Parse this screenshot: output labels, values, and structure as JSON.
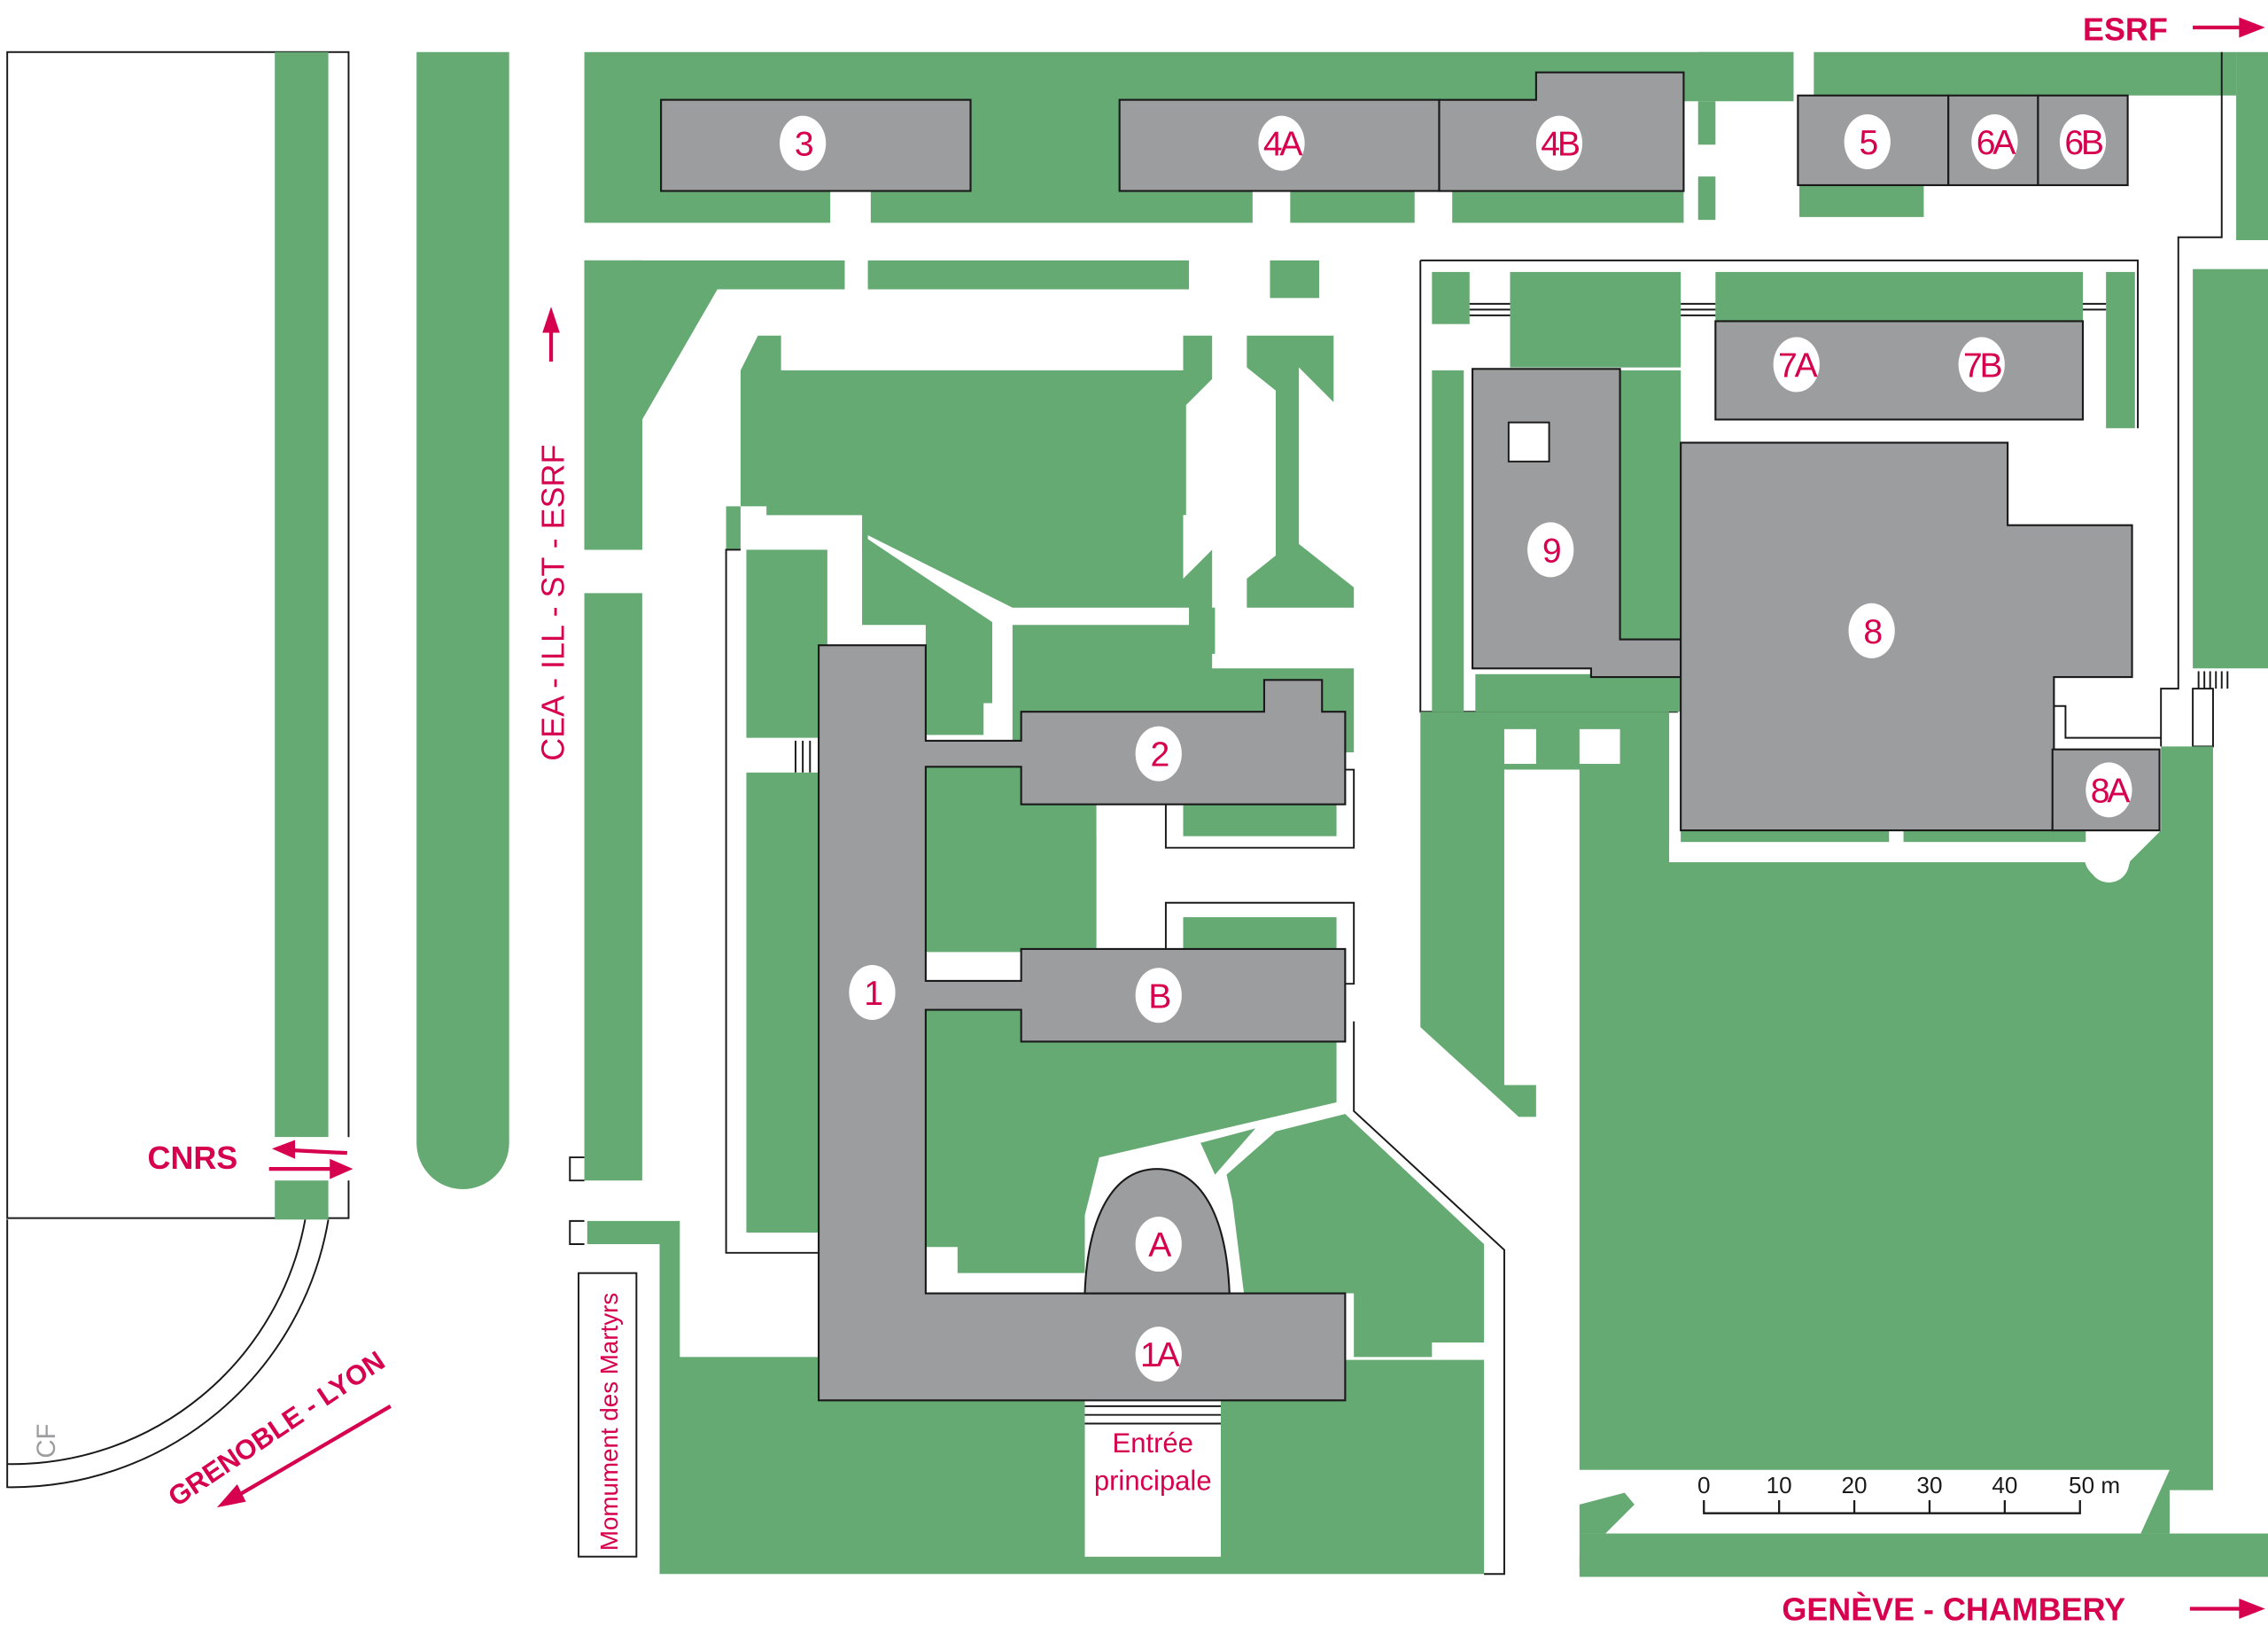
{
  "map": {
    "title": "Campus site plan",
    "colors": {
      "lawn": "#66aa73",
      "building": "#9c9d9f",
      "label": "#d6004f",
      "outline": "#1a1a1a",
      "road": "#ffffff"
    },
    "buildings": [
      {
        "id": "3",
        "label": "3"
      },
      {
        "id": "4A",
        "label": "4A"
      },
      {
        "id": "4B",
        "label": "4B"
      },
      {
        "id": "5",
        "label": "5"
      },
      {
        "id": "6A",
        "label": "6A"
      },
      {
        "id": "6B",
        "label": "6B"
      },
      {
        "id": "7A",
        "label": "7A"
      },
      {
        "id": "7B",
        "label": "7B"
      },
      {
        "id": "9",
        "label": "9"
      },
      {
        "id": "8",
        "label": "8"
      },
      {
        "id": "8A",
        "label": "8A"
      },
      {
        "id": "2",
        "label": "2"
      },
      {
        "id": "1",
        "label": "1"
      },
      {
        "id": "B",
        "label": "B"
      },
      {
        "id": "A",
        "label": "A"
      },
      {
        "id": "1A",
        "label": "1A"
      }
    ],
    "directions": {
      "esrf": "ESRF",
      "cea_ill": "CEA - ILL - ST - ESRF",
      "cnrs": "CNRS",
      "grenoble_lyon": "GRENOBLE - LYON",
      "geneve_chambery": "GENÈVE - CHAMBERY"
    },
    "landmarks": {
      "cf": "CF",
      "monument": "Momument des Martyrs",
      "entrance_line1": "Entrée",
      "entrance_line2": "principale"
    },
    "scale_bar": {
      "ticks": [
        "0",
        "10",
        "20",
        "30",
        "40",
        "50 m"
      ],
      "unit": "m",
      "max_value": 50
    }
  }
}
